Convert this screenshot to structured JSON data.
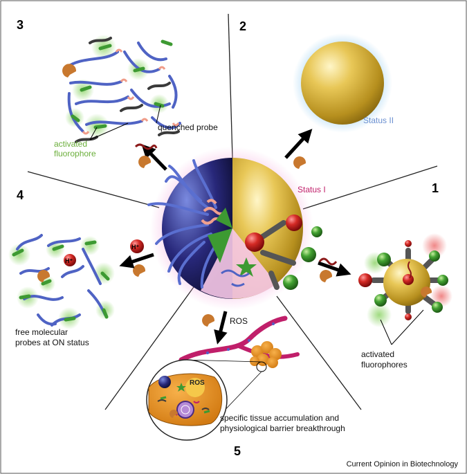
{
  "figure": {
    "panel_numbers": {
      "p1": "1",
      "p2": "2",
      "p3": "3",
      "p4": "4",
      "p5": "5"
    },
    "labels": {
      "status_two": "Status II",
      "status_one": "Status I",
      "quenched_probe": "quenched probe",
      "activated_fluorophore_line1": "activated",
      "activated_fluorophore_line2": "fluorophore",
      "activated_fluorophores_line1": "activated",
      "activated_fluorophores_line2": "fluorophores",
      "free_probes_line1": "free molecular",
      "free_probes_line2": "probes at ON status",
      "tissue_line1": "specific tissue accumulation and",
      "tissue_line2": "physiological barrier breakthrough",
      "ros_arrow": "ROS",
      "ros_cell": "ROS",
      "h_plus_a": "H⁺",
      "h_plus_b": "H⁺"
    },
    "credit": "Current Opinion in Biotechnology",
    "colors": {
      "gold": "#d9b43c",
      "navy": "#28287a",
      "probe_blue": "#4f63c4",
      "fluor_green": "#3d9a32",
      "red": "#c8201e",
      "magenta": "#c01f6a",
      "pink_glow": "#f2a6d8",
      "blue_glow": "#9fd2f2",
      "status_two_text": "#6a8fd0",
      "status_one_text": "#c01f6a",
      "fluor_text": "#6aae3a"
    }
  }
}
